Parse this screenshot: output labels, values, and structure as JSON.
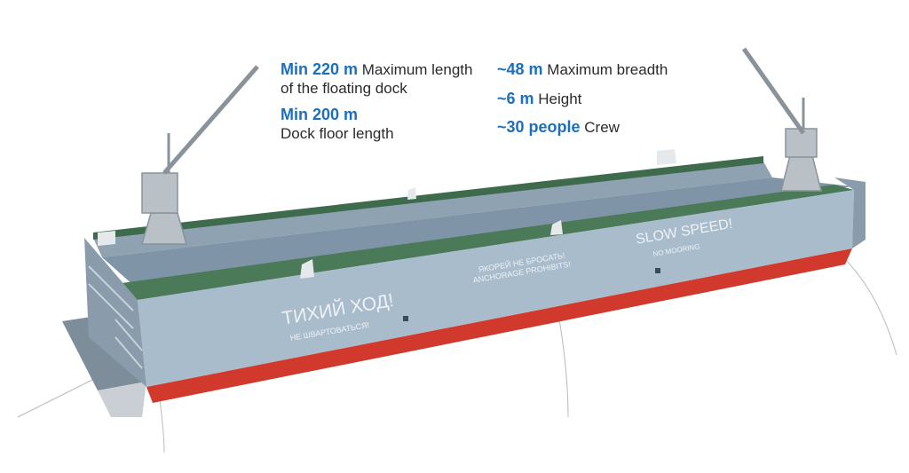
{
  "specs_left": [
    {
      "value": "Min 220 m",
      "label": "Maximum length of the floating dock"
    },
    {
      "value": "Min 200 m",
      "label": "Dock floor length"
    }
  ],
  "specs_right": [
    {
      "value": "~48 m",
      "label": "Maximum breadth"
    },
    {
      "value": "~6 m",
      "label": "Height"
    },
    {
      "value": "~30 people",
      "label": "Crew"
    }
  ],
  "hull_signs": {
    "ru_main": "ТИХИЙ ХОД!",
    "ru_sub": "НЕ ШВАРТОВАТЬСЯ!",
    "mid_ru": "ЯКОРЕЙ НЕ БРОСАТЬ!",
    "mid_en": "ANCHORAGE PROHIBITS!",
    "en_main": "SLOW SPEED!",
    "en_sub": "NO MOORING"
  },
  "colors": {
    "accent": "#1a6fc0",
    "hull": "#a9bccb",
    "waterline": "#d0392b",
    "deck": "#3e6b4c"
  }
}
